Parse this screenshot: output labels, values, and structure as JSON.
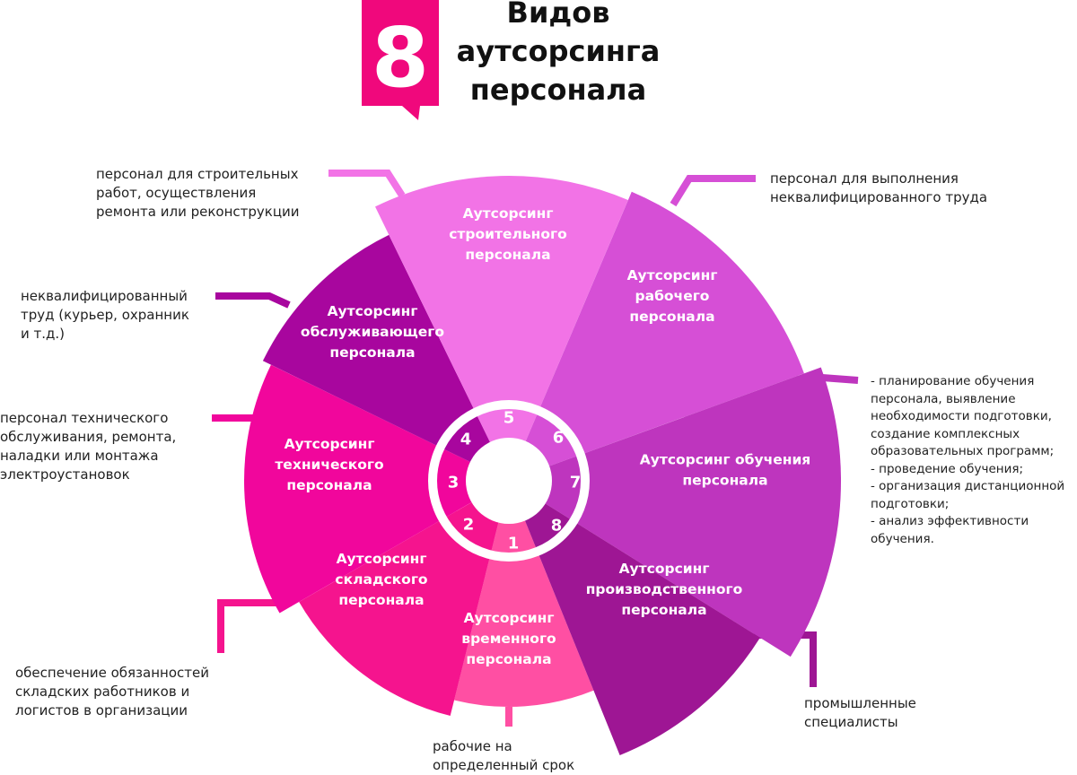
{
  "title": {
    "number": "8",
    "lines": [
      "Видов",
      "аутсорсинга",
      "персонала"
    ]
  },
  "colors": {
    "accent": "#F0087C",
    "ring": "#ffffff",
    "hub": "#ffffff",
    "connector_default": "#d65ad6"
  },
  "segments": [
    {
      "number": "1",
      "label": [
        "Аутсорсинг",
        "временного",
        "персонала"
      ],
      "color": "#FF4FA3",
      "note": "рабочие на\nопределенный срок"
    },
    {
      "number": "2",
      "label": [
        "Аутсорсинг",
        "складского",
        "персонала"
      ],
      "color": "#F5148E",
      "note": "обеспечение обязанностей\nскладских работников и\nлогистов в организации"
    },
    {
      "number": "3",
      "label": [
        "Аутсорсинг",
        "технического",
        "персонала"
      ],
      "color": "#F1069C",
      "note": "персонал технического\nобслуживания, ремонта,\nналадки или монтажа\nэлектроустановок"
    },
    {
      "number": "4",
      "label": [
        "Аутсорсинг",
        "обслуживающего",
        "персонала"
      ],
      "color": "#A8069E",
      "note": "неквалифицированный\nтруд (курьер, охранник\nи т.д.)"
    },
    {
      "number": "5",
      "label": [
        "Аутсорсинг",
        "строительного",
        "персонала"
      ],
      "color": "#F273E6",
      "note": "персонал для строительных\nработ, осуществления\nремонта или реконструкции"
    },
    {
      "number": "6",
      "label": [
        "Аутсорсинг",
        "рабочего",
        "персонала"
      ],
      "color": "#D64FD6",
      "note": "персонал для выполнения\nнеквалифицированного труда"
    },
    {
      "number": "7",
      "label": [
        "Аутсорсинг обучения",
        "персонала"
      ],
      "color": "#BE35BE",
      "note": "- планирование обучения\nперсонала, выявление\nнеобходимости подготовки,\nсоздание комплексных\nобразовательных программ;\n- проведение обучения;\n- организация дистанционной\nподготовки;\n- анализ эффективности\nобучения."
    },
    {
      "number": "8",
      "label": [
        "Аутсорсинг",
        "производственного",
        "персонала"
      ],
      "color": "#9E1694",
      "note": "промышленные\nспециалисты"
    }
  ]
}
